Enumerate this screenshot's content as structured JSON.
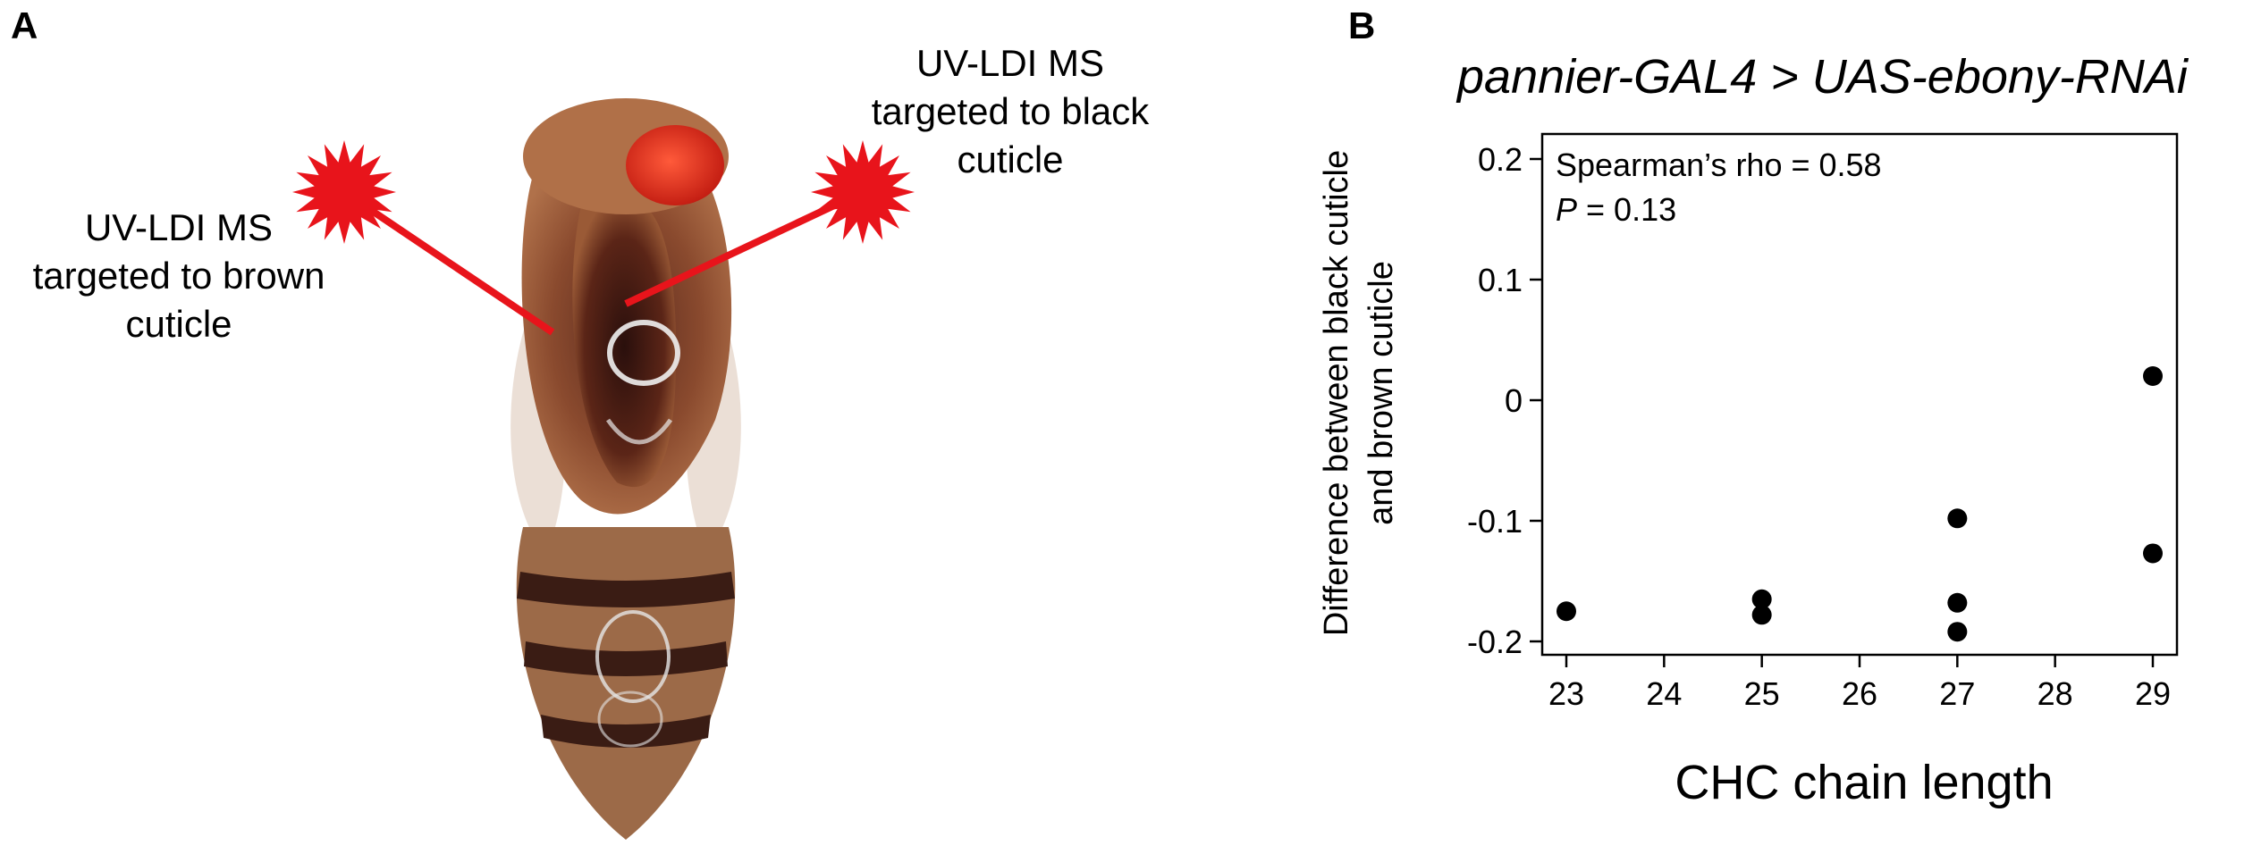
{
  "panels": {
    "a_label": "A",
    "b_label": "B"
  },
  "annotations": {
    "brown_line1": "UV-LDI MS",
    "brown_line2": "targeted to brown",
    "brown_line3": "cuticle",
    "black_line1": "UV-LDI MS",
    "black_line2": "targeted to black",
    "black_line3": "cuticle",
    "laser_color": "#e8141b"
  },
  "stats": {
    "rho_text": "Spearman’s rho = 0.58",
    "p_symbol": "P",
    "p_value_text": " = 0.13"
  },
  "chart_data": {
    "type": "scatter",
    "title": "pannier-GAL4 > UAS-ebony-RNAi",
    "xlabel": "CHC chain length",
    "ylabel_line1": "Difference between black cuticle",
    "ylabel_line2": "and brown cuticle",
    "xlim": [
      23,
      29
    ],
    "ylim": [
      -0.2,
      0.2
    ],
    "xticks": [
      23,
      24,
      25,
      26,
      27,
      28,
      29
    ],
    "yticks": [
      -0.2,
      -0.1,
      0,
      0.1,
      0.2
    ],
    "ytick_labels": [
      "-0.2",
      "-0.1",
      "0",
      "0.1",
      "0.2"
    ],
    "grid": false,
    "points": [
      {
        "x": 23,
        "y": -0.175
      },
      {
        "x": 25,
        "y": -0.165
      },
      {
        "x": 25,
        "y": -0.178
      },
      {
        "x": 27,
        "y": -0.098
      },
      {
        "x": 27,
        "y": -0.168
      },
      {
        "x": 27,
        "y": -0.192
      },
      {
        "x": 29,
        "y": 0.02
      },
      {
        "x": 29,
        "y": -0.127
      }
    ]
  }
}
